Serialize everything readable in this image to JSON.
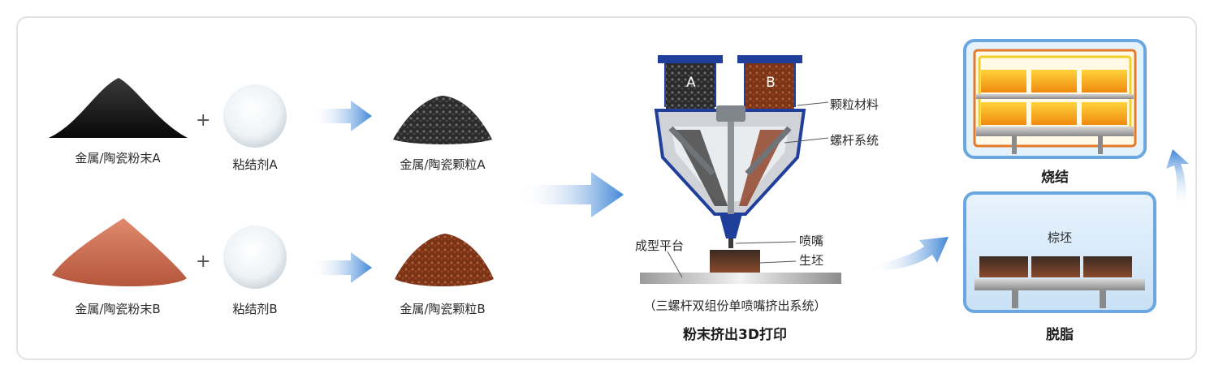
{
  "materials": {
    "powder_a": "金属/陶瓷粉末A",
    "powder_b": "金属/陶瓷粉末B",
    "binder_a": "粘结剂A",
    "binder_b": "粘结剂B",
    "granule_a": "金属/陶瓷颗粒A",
    "granule_b": "金属/陶瓷颗粒B",
    "plus_symbol": "+"
  },
  "printer": {
    "hopper_a": "A",
    "hopper_b": "B",
    "label_granules": "颗粒材料",
    "label_screw": "螺杆系统",
    "label_nozzle": "喷嘴",
    "label_green_body": "生坯",
    "label_platform": "成型平台",
    "caption_sub": "（三螺杆双组份单喷嘴挤出系统）",
    "caption_main": "粉末挤出3D打印"
  },
  "post": {
    "debinding_inner": "棕坯",
    "debinding_title": "脱脂",
    "sintering_title": "烧结"
  },
  "colors": {
    "arrow_blue": "#4a90d9",
    "hopper_blue": "#1f3f9a",
    "powder_black": "#1a1a1a",
    "powder_copper": "#c96a4e",
    "granule_brown": "#8a3a1c",
    "furnace_orange": "#f5a21a",
    "panel_blue": "#cfe6f8"
  }
}
